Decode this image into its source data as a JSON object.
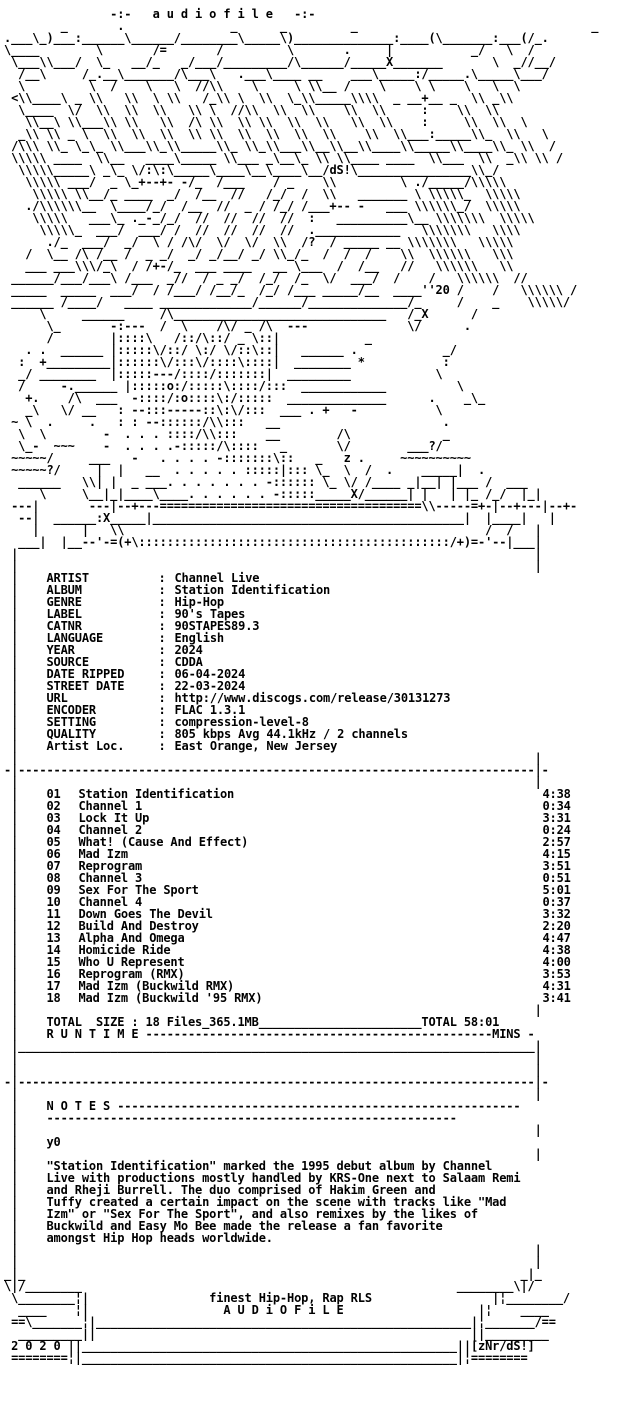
{
  "banner_title": "-:-   a u d i o f i l e   -:-",
  "banner_tag": "dS!",
  "banner_year": "'20",
  "info": [
    {
      "label": "ARTIST",
      "value": "Channel Live"
    },
    {
      "label": "ALBUM",
      "value": "Station Identification"
    },
    {
      "label": "GENRE",
      "value": "Hip-Hop"
    },
    {
      "label": "LABEL",
      "value": "90's Tapes"
    },
    {
      "label": "CATNR",
      "value": "90STAPES89.3"
    },
    {
      "label": "LANGUAGE",
      "value": "English"
    },
    {
      "label": "YEAR",
      "value": "2024"
    },
    {
      "label": "SOURCE",
      "value": "CDDA"
    },
    {
      "label": "DATE RIPPED",
      "value": "06-04-2024"
    },
    {
      "label": "STREET DATE",
      "value": "22-03-2024"
    },
    {
      "label": "URL",
      "value": "http://www.discogs.com/release/30131273"
    },
    {
      "label": "ENCODER",
      "value": "FLAC 1.3.1"
    },
    {
      "label": "SETTING",
      "value": "compression-level-8"
    },
    {
      "label": "QUALITY",
      "value": "805 kbps Avg 44.1kHz / 2 channels"
    },
    {
      "label": "Artist Loc.",
      "value": "East Orange, New Jersey"
    }
  ],
  "tracks": [
    {
      "no": "01",
      "title": "Station Identification",
      "time": "4:38"
    },
    {
      "no": "02",
      "title": "Channel 1",
      "time": "0:34"
    },
    {
      "no": "03",
      "title": "Lock It Up",
      "time": "3:31"
    },
    {
      "no": "04",
      "title": "Channel 2",
      "time": "0:24"
    },
    {
      "no": "05",
      "title": "What! (Cause And Effect)",
      "time": "2:57"
    },
    {
      "no": "06",
      "title": "Mad Izm",
      "time": "4:15"
    },
    {
      "no": "07",
      "title": "Reprogram",
      "time": "3:51"
    },
    {
      "no": "08",
      "title": "Channel 3",
      "time": "0:51"
    },
    {
      "no": "09",
      "title": "Sex For The Sport",
      "time": "5:01"
    },
    {
      "no": "10",
      "title": "Channel 4",
      "time": "0:37"
    },
    {
      "no": "11",
      "title": "Down Goes The Devil",
      "time": "3:32"
    },
    {
      "no": "12",
      "title": "Build And Destroy",
      "time": "2:20"
    },
    {
      "no": "13",
      "title": "Alpha And Omega",
      "time": "4:47"
    },
    {
      "no": "14",
      "title": "Homicide Ride",
      "time": "4:38"
    },
    {
      "no": "15",
      "title": "Who U Represent",
      "time": "4:00"
    },
    {
      "no": "16",
      "title": "Reprogram (RMX)",
      "time": "3:53"
    },
    {
      "no": "17",
      "title": "Mad Izm (Buckwild RMX)",
      "time": "4:31"
    },
    {
      "no": "18",
      "title": "Mad Izm (Buckwild '95 RMX)",
      "time": "3:41"
    }
  ],
  "total_size_line": "TOTAL  SIZE : 18 Files_365.1MB_______________________TOTAL 58:01",
  "runtime_line": "R U N T I M E -------------------------------------------------MINS -",
  "notes_heading": "N O T E S",
  "notes_sig": "y0",
  "notes_text": [
    "\"Station Identification\" marked the 1995 debut album by Channel",
    "Live with productions mostly handled by KRS-One next to Salaam Remi",
    "and Rheji Burrell. The duo comprised of Hakim Green and",
    "Tuffy created a certain impact on the scene with tracks like \"Mad",
    "Izm\" or \"Sex For The Sport\", and also remixes by the likes of",
    "Buckwild and Easy Mo Bee made the release a fan favorite",
    "amongst Hip Hop heads worldwide."
  ],
  "footer_line1": "finest Hip-Hop, Rap RLS",
  "footer_line2": "A U D i O F i L E",
  "footer_year": "2 0 2 0",
  "footer_tag": "[zNr/dS!]"
}
